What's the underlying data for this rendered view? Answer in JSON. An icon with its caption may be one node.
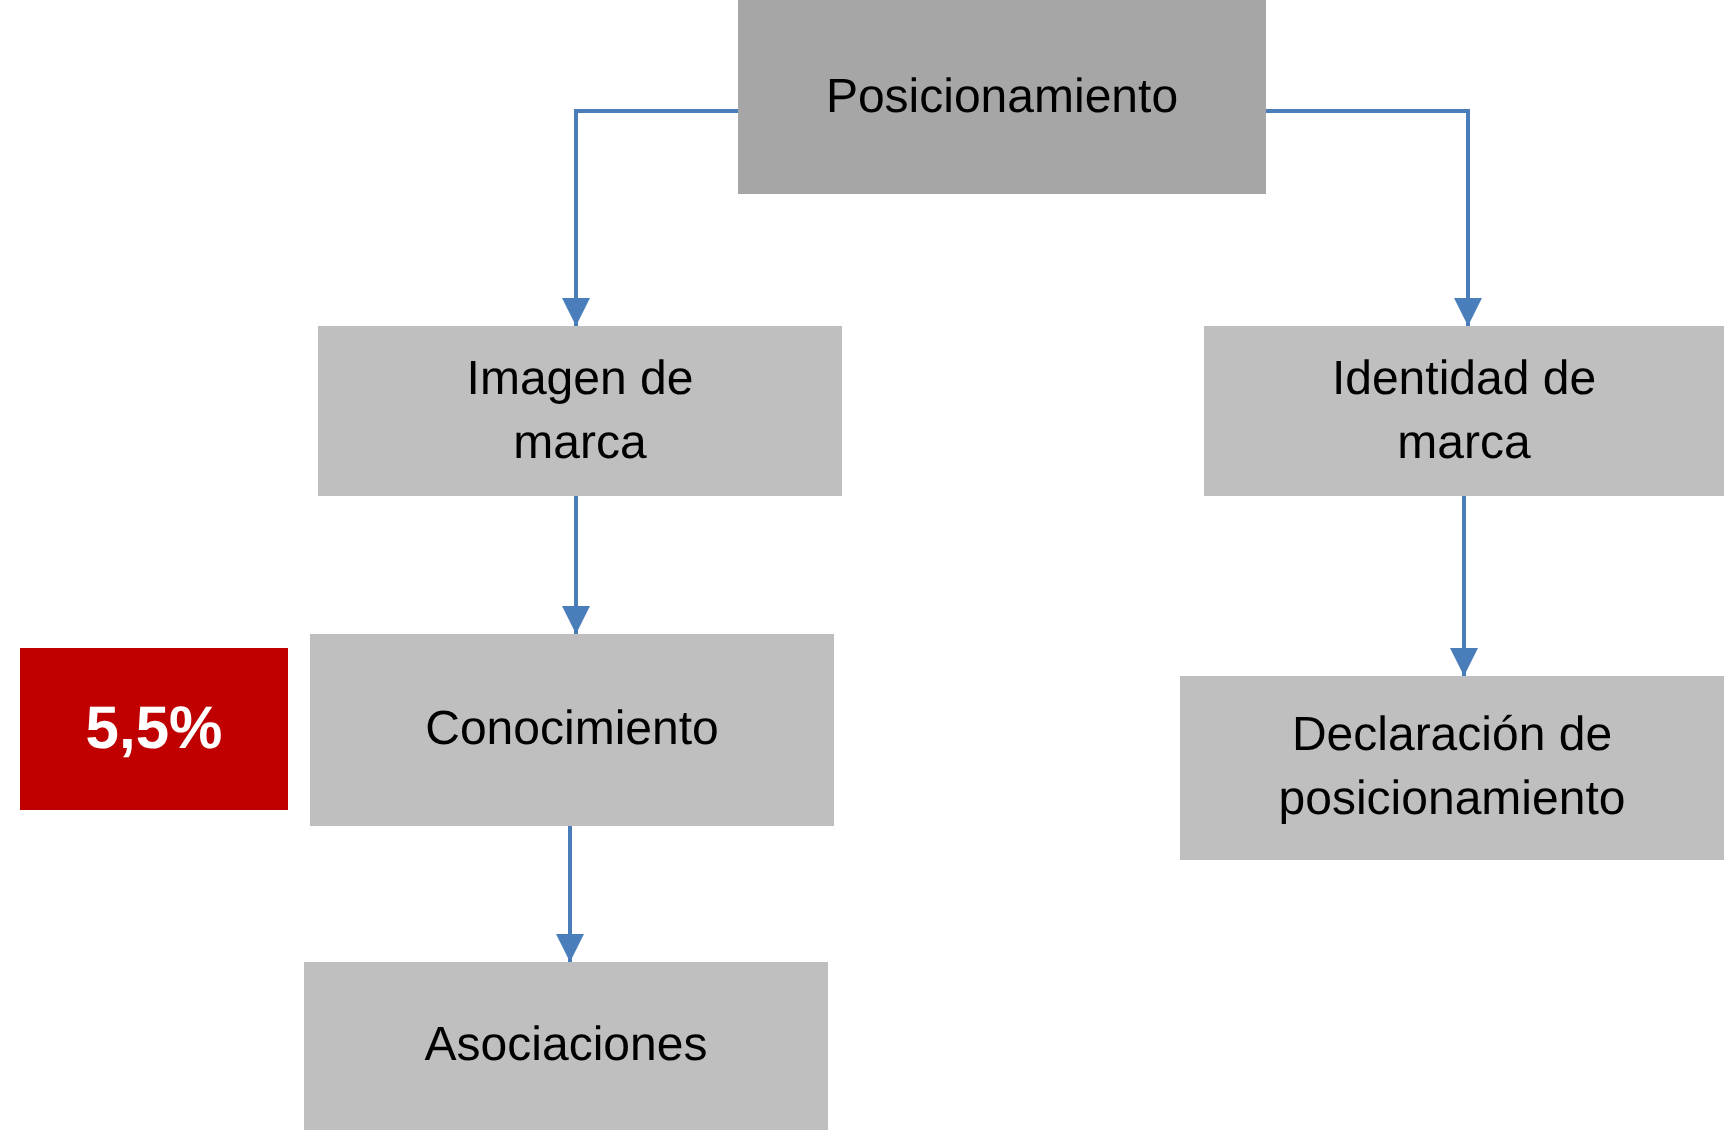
{
  "diagram": {
    "nodes": [
      {
        "text": [
          "Posicionamiento"
        ]
      },
      {
        "text": [
          "Imagen de marca"
        ]
      },
      {
        "text": [
          "Identidad de marca"
        ]
      },
      {
        "text": [
          "5,5%"
        ]
      },
      {
        "text": [
          "Conocimiento"
        ]
      },
      {
        "text": [
          "Declaración de posicionamiento"
        ]
      },
      {
        "text": [
          "Asociaciones"
        ]
      }
    ],
    "edges": [
      {
        "from": 0,
        "to": 1,
        "arrow": "to"
      },
      {
        "from": 0,
        "to": 2,
        "arrow": "to"
      },
      {
        "from": 1,
        "to": 4,
        "arrow": "to"
      },
      {
        "from": 2,
        "to": 5,
        "arrow": "to"
      },
      {
        "from": 4,
        "to": 6,
        "arrow": "to"
      }
    ]
  }
}
